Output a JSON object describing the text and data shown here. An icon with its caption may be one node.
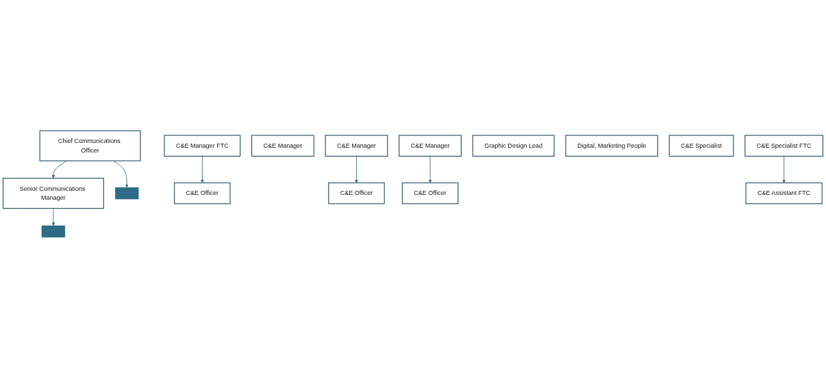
{
  "diagram": {
    "nodes": [
      {
        "text": [
          "Chief Communications Officer"
        ]
      },
      {
        "text": [
          "Senior Communications Manager"
        ]
      },
      {
        "text": [],
        "shape": "bar"
      },
      {
        "text": [],
        "shape": "bar"
      },
      {
        "text": [
          "C&E Manager FTC"
        ]
      },
      {
        "text": [
          "C&E Manager"
        ]
      },
      {
        "text": [
          "C&E Manager"
        ]
      },
      {
        "text": [
          "C&E Manager"
        ]
      },
      {
        "text": [
          "Graphic Design Lead"
        ]
      },
      {
        "text": [
          "Digital, Marketing People"
        ]
      },
      {
        "text": [
          "C&E Specialist"
        ]
      },
      {
        "text": [
          "C&E Specialist FTC"
        ]
      },
      {
        "text": [
          "C&E Officer"
        ]
      },
      {
        "text": [
          "C&E Officer"
        ]
      },
      {
        "text": [
          "C&E Officer"
        ]
      },
      {
        "text": [
          "C&E Assistant FTC"
        ]
      }
    ],
    "edges": [
      {
        "from": 0,
        "to": 2,
        "arrow": "to"
      },
      {
        "from": 0,
        "to": 1,
        "arrow": "to"
      },
      {
        "from": 1,
        "to": 3,
        "arrow": "to"
      },
      {
        "from": 4,
        "to": 12,
        "arrow": "to"
      },
      {
        "from": 6,
        "to": 13,
        "arrow": "to"
      },
      {
        "from": 7,
        "to": 14,
        "arrow": "to"
      },
      {
        "from": 11,
        "to": 15,
        "arrow": "to"
      }
    ]
  }
}
